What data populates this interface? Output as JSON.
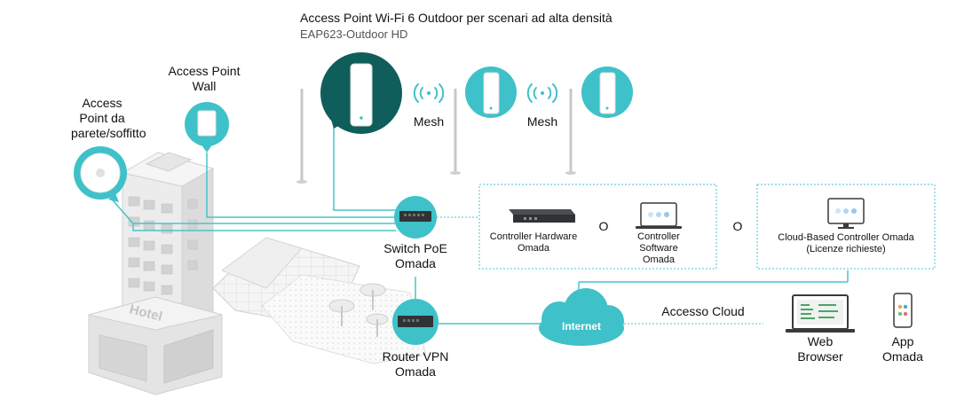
{
  "title": "Access Point Wi-Fi 6 Outdoor per scenari ad alta densità",
  "subtitle": "EAP623-Outdoor HD",
  "labels": {
    "ap_ceiling": "Access\nPoint da\nparete/soffitto",
    "ap_wall": "Access Point\nWall",
    "hotel_sign": "Hotel",
    "mesh_1": "Mesh",
    "mesh_2": "Mesh",
    "switch": "Switch PoE\nOmada",
    "router": "Router VPN\nOmada",
    "controller_hw": "Controller Hardware\nOmada",
    "or_1": "O",
    "controller_sw": "Controller\nSoftware\nOmada",
    "or_2": "O",
    "cloud_controller": "Cloud-Based Controller Omada\n(Licenze richieste)",
    "internet": "Internet",
    "cloud_access": "Accesso Cloud",
    "web_browser": "Web\nBrowser",
    "app": "App\nOmada"
  },
  "colors": {
    "accent": "#3fc1c9",
    "accent_dark": "#0f5e5c",
    "line": "#48c3cc",
    "device_dark": "#2f3336",
    "building": "#e8e8e8"
  },
  "icons": [
    "ceiling-ap-icon",
    "wall-ap-icon",
    "outdoor-ap-icon",
    "wifi-signal-icon",
    "poe-switch-icon",
    "vpn-router-icon",
    "hardware-controller-icon",
    "laptop-icon",
    "cloud-icon",
    "monitor-icon",
    "phone-icon",
    "hotel-building-icon",
    "pole-icon"
  ]
}
